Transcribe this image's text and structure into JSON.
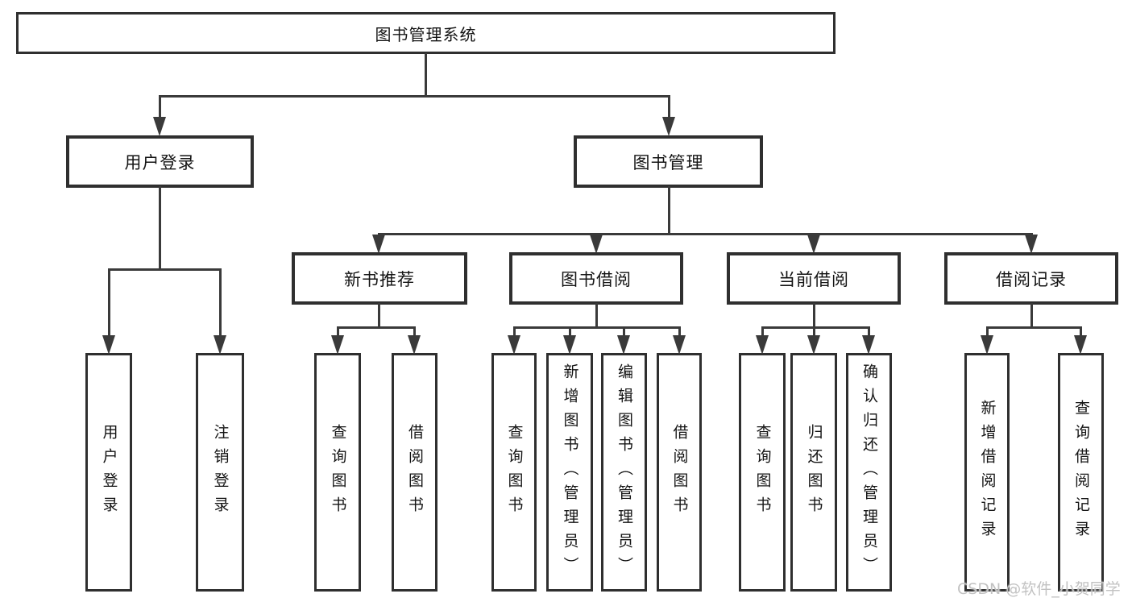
{
  "diagram": {
    "root": {
      "label": "图书管理系统"
    },
    "level2": [
      {
        "label": "用户登录"
      },
      {
        "label": "图书管理"
      }
    ],
    "level3": [
      {
        "label": "新书推荐"
      },
      {
        "label": "图书借阅"
      },
      {
        "label": "当前借阅"
      },
      {
        "label": "借阅记录"
      }
    ],
    "leaves": {
      "user_login": [
        "用户登录",
        "注销登录"
      ],
      "new_books": [
        "查询图书",
        "借阅图书"
      ],
      "book_borrow": [
        "查询图书",
        "新增图书（管理员）",
        "编辑图书（管理员）",
        "借阅图书"
      ],
      "current_borrow": [
        "查询图书",
        "归还图书",
        "确认归还（管理员）"
      ],
      "borrow_records": [
        "新增借阅记录",
        "查询借阅记录"
      ]
    }
  },
  "watermark": {
    "text": "CSDN @软件_小贺同学"
  },
  "colors": {
    "line": "#3a3a3a",
    "box_border": "#2f2f2f",
    "text": "#141414",
    "watermark": "#c2c2c2",
    "background": "#ffffff"
  }
}
